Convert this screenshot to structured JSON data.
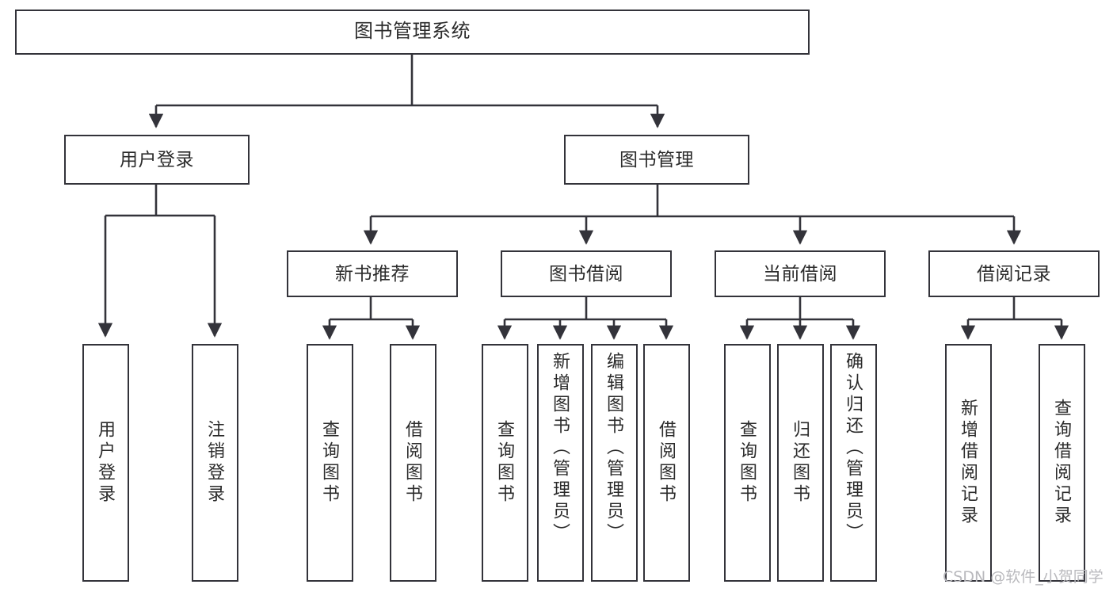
{
  "diagram": {
    "type": "hierarchy-tree",
    "title": "图书管理系统",
    "watermark": "CSDN @软件_小贺同学",
    "colors": {
      "box_border": "#33333a",
      "box_fill": "#ffffff",
      "connector": "#33333a",
      "text": "#2b2b2b",
      "background": "#ffffff",
      "watermark": "#b9b9bd"
    },
    "levels": {
      "root": "图书管理系统",
      "level2": [
        "用户登录",
        "图书管理"
      ],
      "level3": [
        "新书推荐",
        "图书借阅",
        "当前借阅",
        "借阅记录"
      ]
    },
    "nodes": {
      "root": {
        "label": "图书管理系统"
      },
      "user_login": {
        "label": "用户登录"
      },
      "book_manage": {
        "label": "图书管理"
      },
      "new_book_rec": {
        "label": "新书推荐"
      },
      "book_borrow": {
        "label": "图书借阅"
      },
      "current_borrow": {
        "label": "当前借阅"
      },
      "borrow_record": {
        "label": "借阅记录"
      }
    },
    "leaves": {
      "user_login": [
        {
          "label": "用户登录"
        },
        {
          "label": "注销登录"
        }
      ],
      "new_book_rec": [
        {
          "label": "查询图书"
        },
        {
          "label": "借阅图书"
        }
      ],
      "book_borrow": [
        {
          "label": "查询图书"
        },
        {
          "label": "新增图书（管理员）"
        },
        {
          "label": "编辑图书（管理员）"
        },
        {
          "label": "借阅图书"
        }
      ],
      "current_borrow": [
        {
          "label": "查询图书"
        },
        {
          "label": "归还图书"
        },
        {
          "label": "确认归还（管理员）"
        }
      ],
      "borrow_record": [
        {
          "label": "新增借阅记录"
        },
        {
          "label": "查询借阅记录"
        }
      ]
    }
  }
}
